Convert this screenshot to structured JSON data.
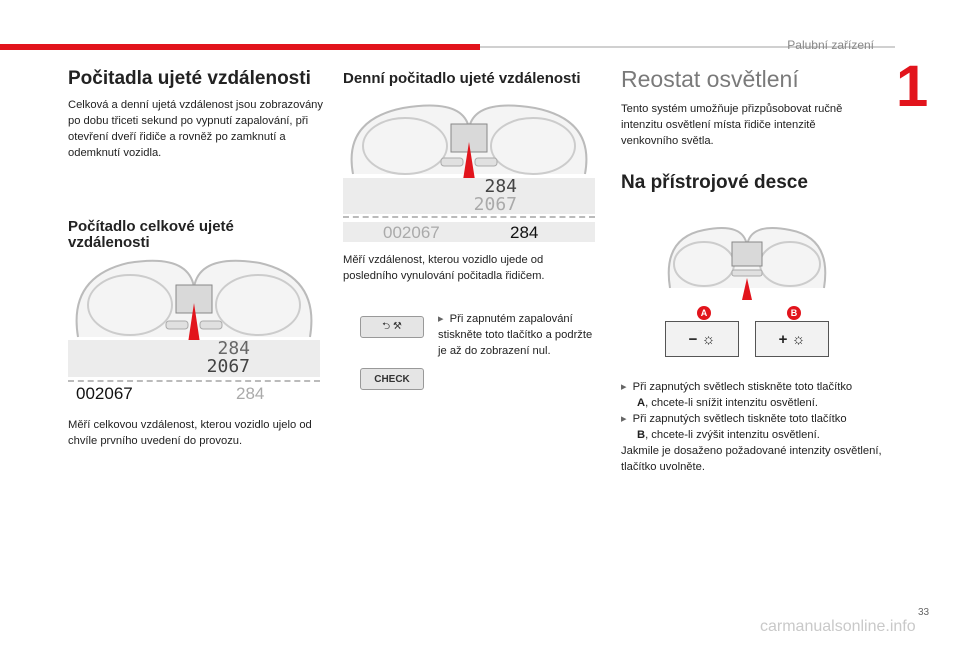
{
  "header": {
    "chapter_title": "Palubní zařízení",
    "chapter_number": "1",
    "accent": "#e2141c"
  },
  "col1": {
    "title": "Počitadla ujeté vzdálenosti",
    "intro": "Celková a denní ujetá vzdálenost jsou zobrazovány po dobu třiceti sekund po vypnutí zapalování, při otevření dveří řidiče a rovněž po zamknutí a odemknutí vozidla.",
    "subtitle": "Počítadlo celkové ujeté vzdálenosti",
    "display_top": "284",
    "display_bottom": "2067",
    "odo_total": "002067",
    "odo_trip": "284",
    "text": "Měří celkovou vzdálenost, kterou vozidlo ujelo od chvíle prvního uvedení do provozu."
  },
  "col2": {
    "title": "Denní počitadlo ujeté vzdálenosti",
    "display_top": "284",
    "display_bottom": "2067",
    "odo_total": "002067",
    "odo_trip": "284",
    "text": "Měří vzdálenost, kterou vozidlo ujede od posledního vynulování počitadla řidičem.",
    "check_label": "CHECK",
    "bullet": "Při zapnutém zapalování stiskněte toto tlačítko a podržte je až do zobrazení nul."
  },
  "col3": {
    "title": "Reostat osvětlení",
    "intro": "Tento systém umožňuje přizpůsobovat ručně intenzitu osvětlení místa řidiče intenzitě venkovního světla.",
    "subtitle": "Na přístrojové desce",
    "label_a": "A",
    "label_b": "B",
    "minus": "−",
    "plus": "+",
    "bullet_a_pre": "Při zapnutých světlech stiskněte toto tlačítko",
    "bullet_a_key": "A",
    "bullet_a_post": ", chcete-li snížit intenzitu osvětlení.",
    "bullet_b_pre": "Při zapnutých světlech tiskněte toto tlačítko",
    "bullet_b_key": "B",
    "bullet_b_post": ", chcete-li zvýšit intenzitu osvětlení.",
    "closing": "Jakmile je dosaženo požadované intenzity osvětlení, tlačítko uvolněte."
  },
  "footer": {
    "page_number": "33",
    "watermark": "carmanualsonline.info"
  }
}
